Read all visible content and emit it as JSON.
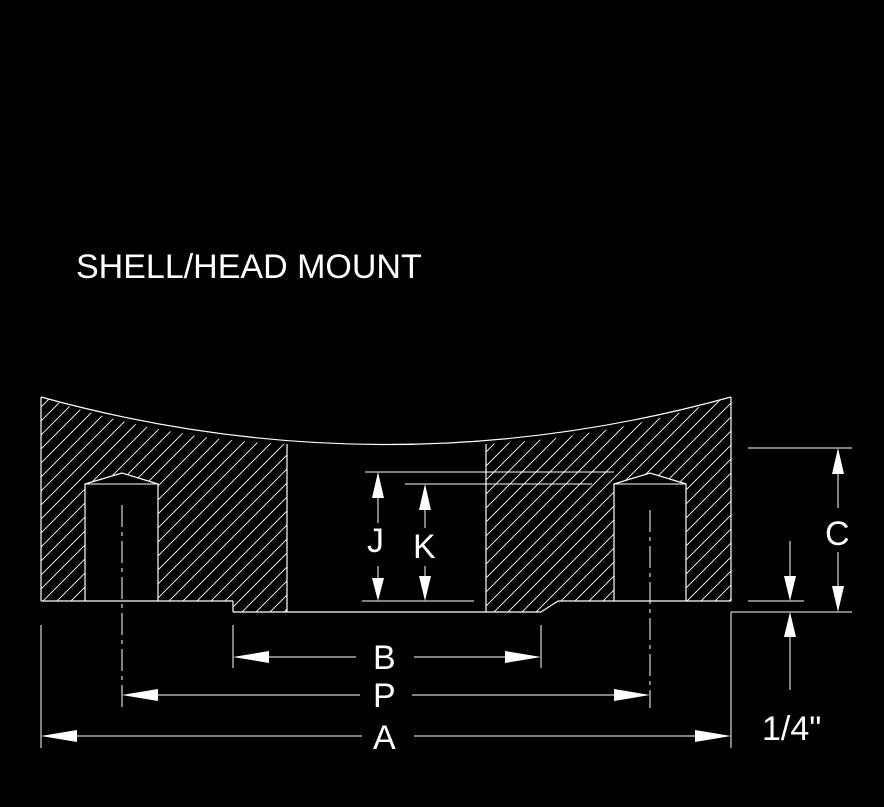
{
  "title": "SHELL/HEAD MOUNT",
  "dimensions": {
    "J": "J",
    "K": "K",
    "C": "C",
    "B": "B",
    "P": "P",
    "A": "A",
    "quarter": "1/4\""
  },
  "colors": {
    "background": "#000000",
    "linework": "#ffffff"
  }
}
